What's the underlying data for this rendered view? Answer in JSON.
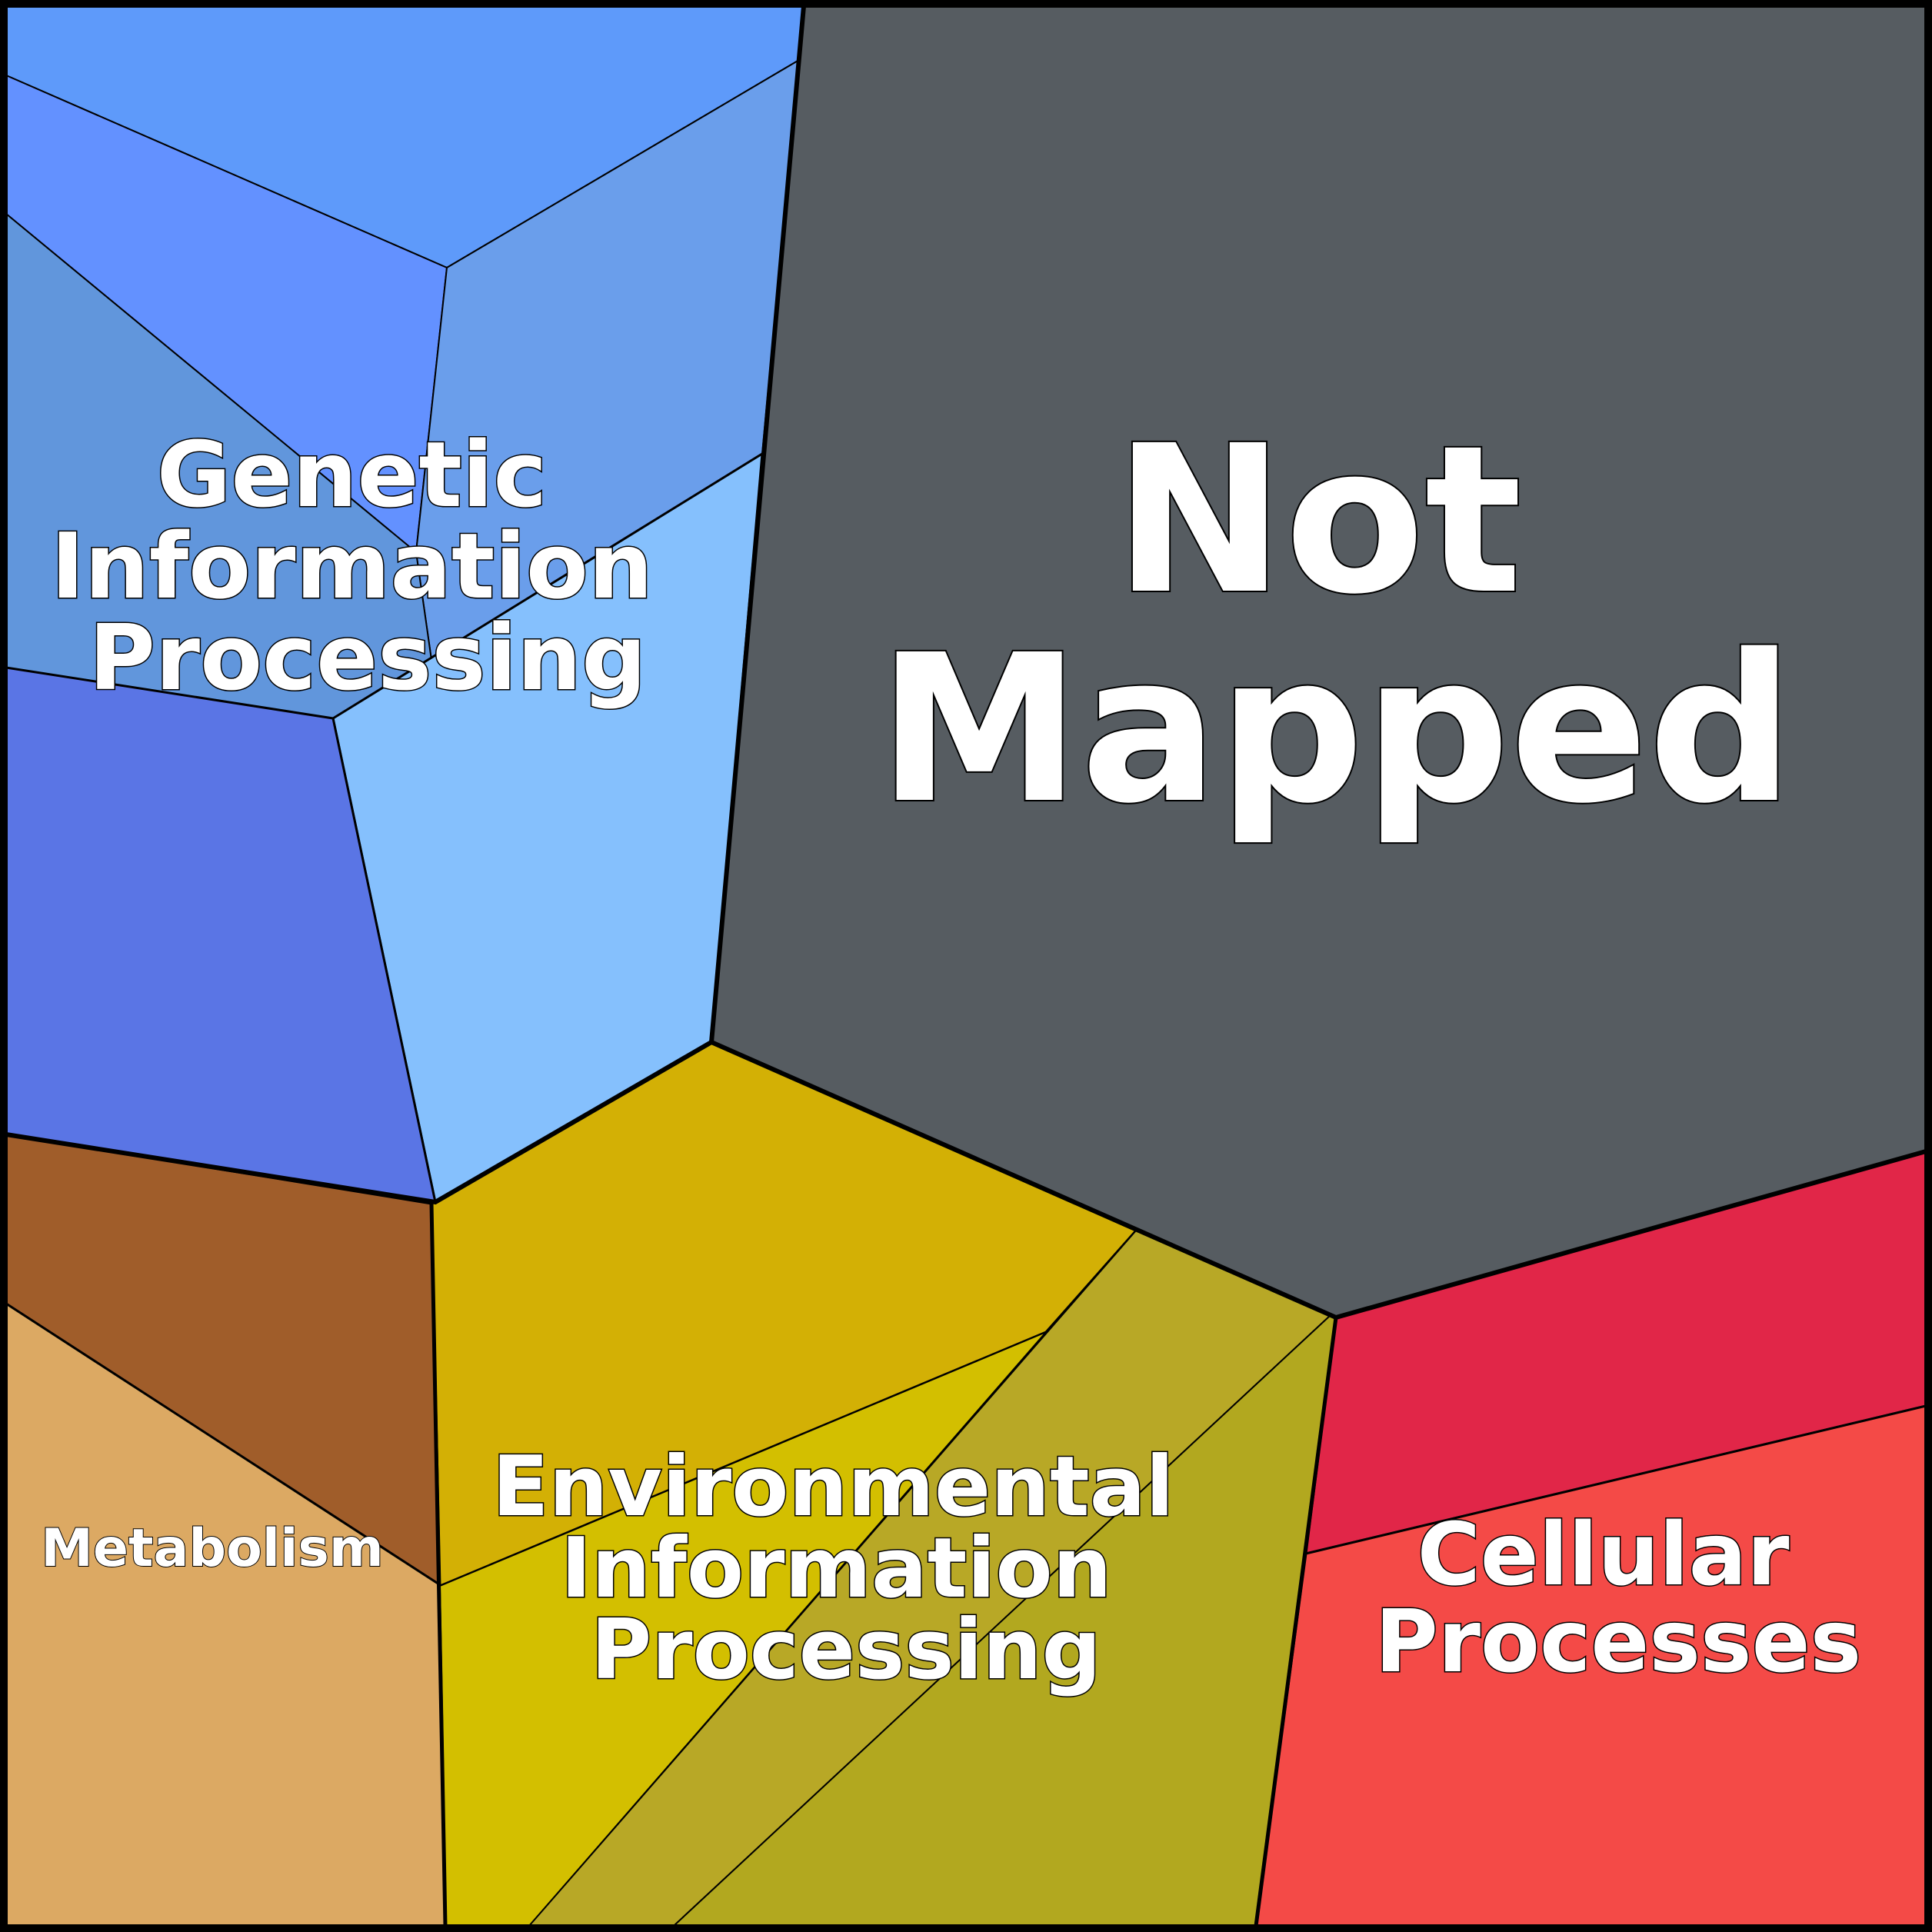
{
  "diagram": {
    "type": "voronoi-treemap",
    "colors": {
      "genetic_1": "#5e9afa",
      "genetic_2": "#6391ff",
      "genetic_3": "#6a9eeb",
      "genetic_4": "#6196dc",
      "genetic_5": "#85c0fd",
      "genetic_6": "#5a75e5",
      "metabolism_1": "#a05d2a",
      "metabolism_2": "#dca963",
      "environmental_1": "#d3b005",
      "environmental_2": "#d3bf00",
      "environmental_3": "#b8a826",
      "environmental_4": "#b2a81f",
      "cellular_1": "#e12648",
      "cellular_2": "#f44a47",
      "not_mapped": "#565c61"
    },
    "labels": {
      "genetic": [
        "Genetic",
        "Information",
        "Processing"
      ],
      "not_mapped": [
        "Not",
        "Mapped"
      ],
      "environmental": [
        "Environmental",
        "Information",
        "Processing"
      ],
      "cellular": [
        "Cellular",
        "Processes"
      ],
      "metabolism": [
        "Metabolism"
      ]
    }
  }
}
